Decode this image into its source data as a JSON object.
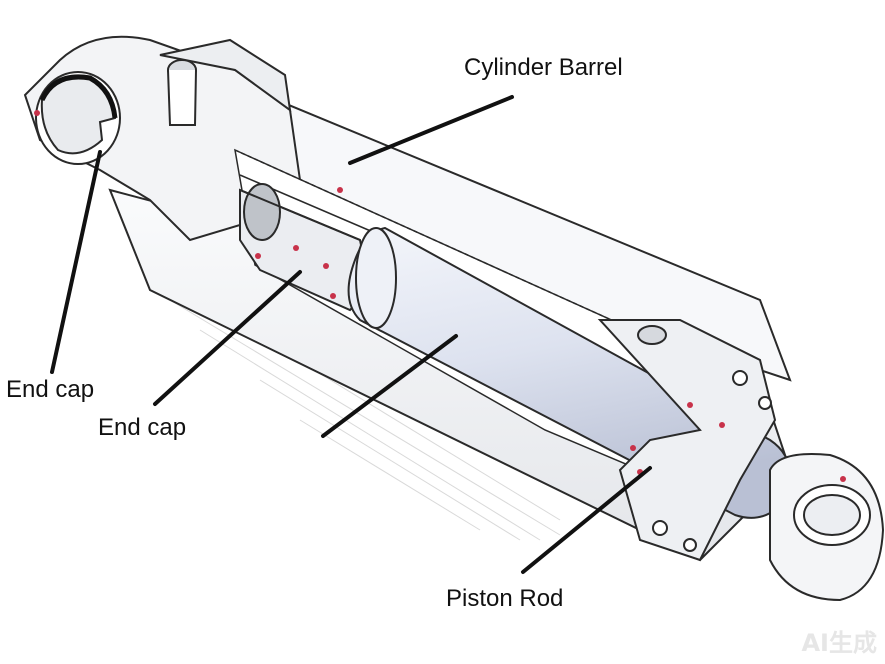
{
  "labels": {
    "cylinder_barrel": "Cylinder Barrel",
    "end_cap_outer": "End cap",
    "end_cap_inner": "End cap",
    "piston_rod": "Piston Rod"
  },
  "watermark": "AI生成",
  "colors": {
    "outline": "#2a2a2a",
    "section_fill": "#f2f3f6",
    "rod_fill": "#dfe3f0",
    "seal_red": "#c8324a",
    "leader": "#111111"
  }
}
